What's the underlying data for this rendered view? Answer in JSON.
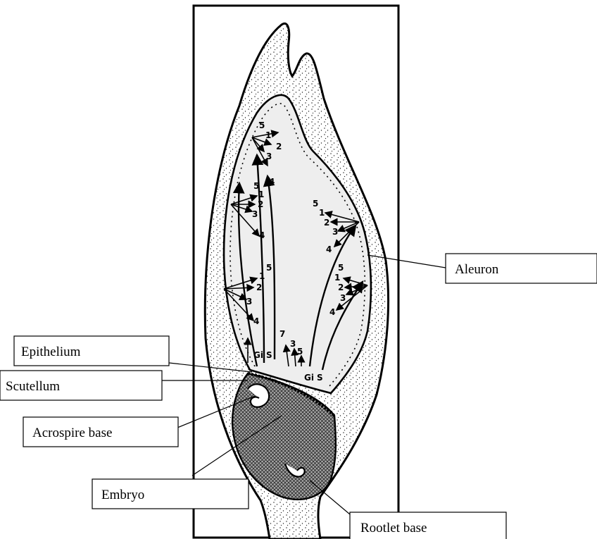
{
  "labels": {
    "aleuron": "Aleuron",
    "epithelium": "Epithelium",
    "scutellum": "Scutellum",
    "acrospire_base": "Acrospire base",
    "embryo": "Embryo",
    "rootlet_base": "Rootlet base"
  },
  "marks": {
    "n1": "1",
    "n2": "2",
    "n3": "3",
    "n4": "4",
    "n5": "5",
    "n7": "7",
    "gi": "Gi",
    "s": "S"
  },
  "colors": {
    "line": "#000000",
    "endosperm": "#eeeeee",
    "husk": "#ffffff",
    "embryo": "#9a9a9a"
  }
}
